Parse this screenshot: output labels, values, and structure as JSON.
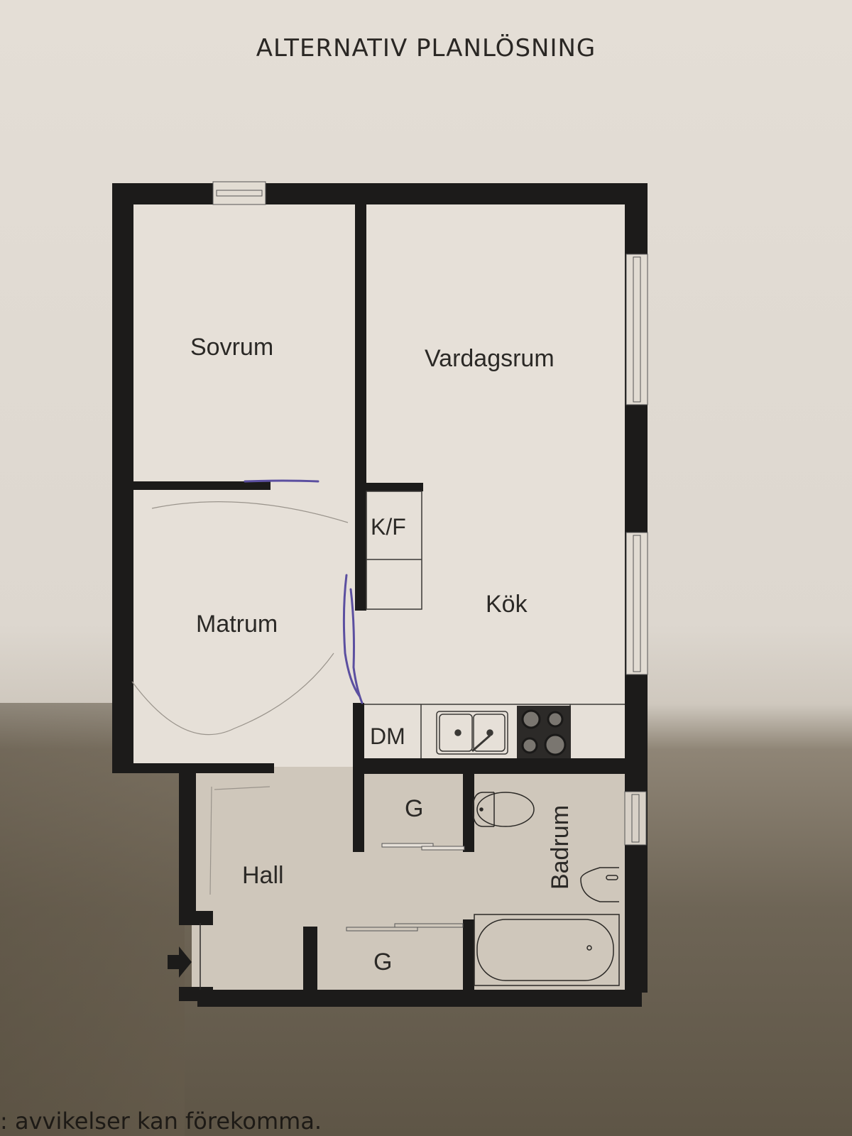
{
  "title": "ALTERNATIV PLANLÖSNING",
  "footer_text": ":   avvikelser kan förekomma.",
  "rooms": {
    "sovrum": "Sovrum",
    "vardagsrum": "Vardagsrum",
    "kf": "K/F",
    "kok": "Kök",
    "matrum": "Matrum",
    "dm": "DM",
    "garderob_1": "G",
    "garderob_2": "G",
    "badrum": "Badrum",
    "hall": "Hall"
  },
  "fixtures": [
    "window",
    "window",
    "window",
    "window",
    "sink",
    "stove",
    "toilet",
    "washbasin",
    "bathtub",
    "entrance-arrow"
  ],
  "colors": {
    "wall": "#1c1b1a",
    "paper": "#e2dcd3",
    "pen_annotation": "#5b4fa0",
    "pencil_annotation": "#9a948c"
  }
}
